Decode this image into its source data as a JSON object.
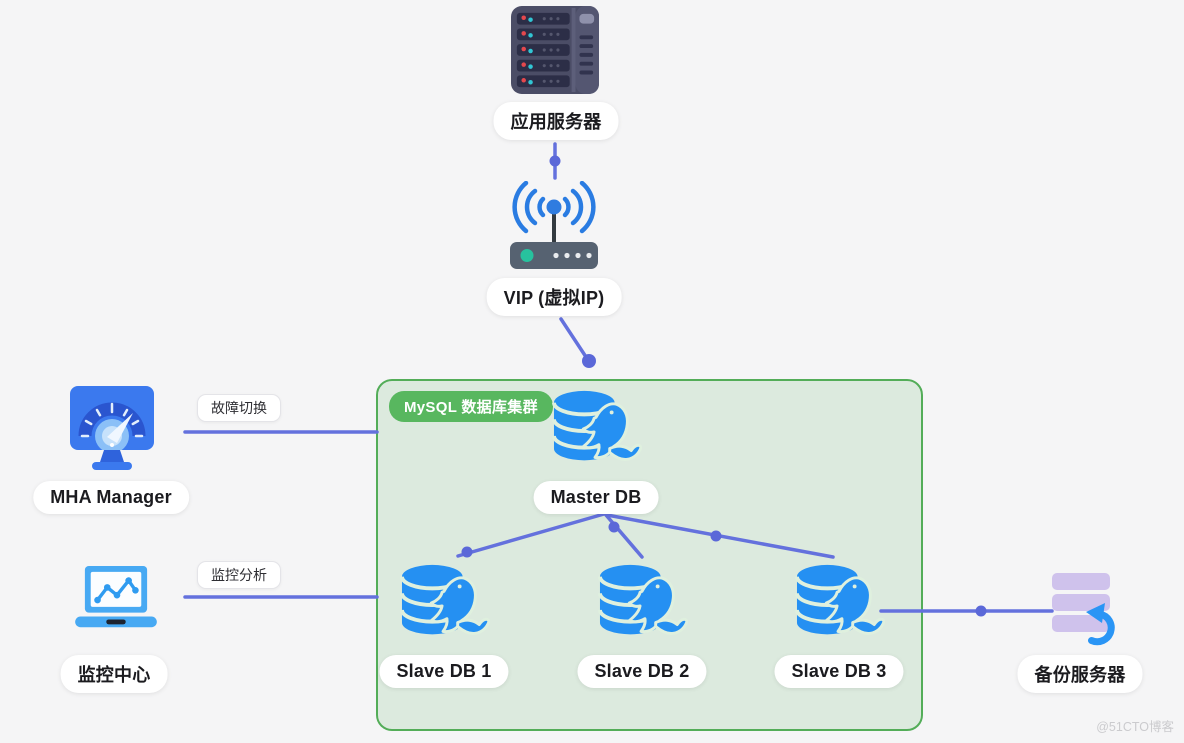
{
  "diagram": {
    "watermark": "@51CTO博客",
    "cluster_badge": "MySQL 数据库集群",
    "nodes": {
      "app_server": {
        "label": "应用服务器"
      },
      "vip": {
        "label": "VIP (虚拟IP)"
      },
      "master_db": {
        "label": "Master DB"
      },
      "slave_db_1": {
        "label": "Slave DB 1"
      },
      "slave_db_2": {
        "label": "Slave DB 2"
      },
      "slave_db_3": {
        "label": "Slave DB 3"
      },
      "mha_manager": {
        "label": "MHA Manager"
      },
      "monitoring_center": {
        "label": "监控中心"
      },
      "backup_server": {
        "label": "备份服务器"
      }
    },
    "edge_labels": {
      "failover": "故障切换",
      "monitoring": "监控分析"
    },
    "colors": {
      "background": "#f5f5f6",
      "connector": "#6471dd",
      "connector_dot": "#5b68d8",
      "cluster_border": "#53ad58",
      "cluster_badge_bg": "#58b75f",
      "database_blue": "#2590f2",
      "backup_lavender": "#cfc2ec",
      "router_wave_blue": "#2a7ce2"
    }
  }
}
